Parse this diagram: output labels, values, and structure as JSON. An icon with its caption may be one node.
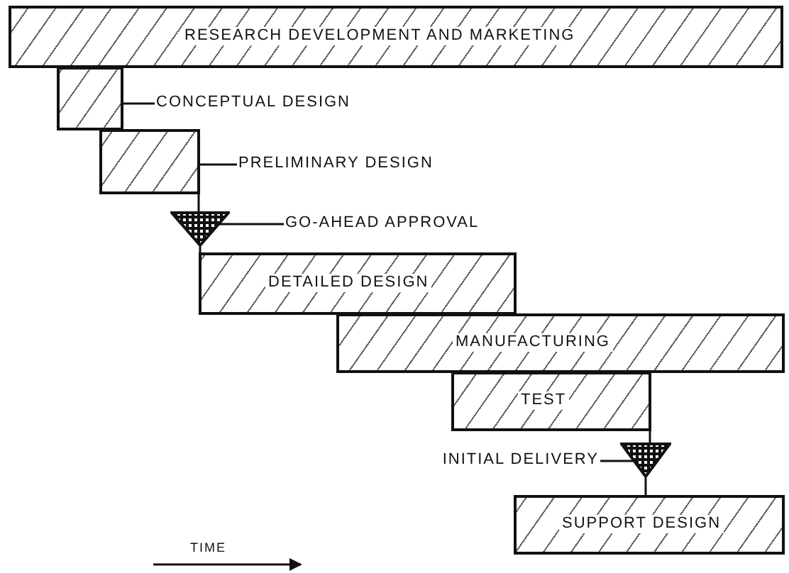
{
  "diagram": {
    "nodes": [
      {
        "text": [
          "RESEARCH DEVELOPMENT AND MARKETING"
        ]
      },
      {
        "text": [],
        "shape": "bar"
      },
      {
        "text": [
          "CONCEPTUAL DESIGN"
        ]
      },
      {
        "text": [],
        "shape": "bar"
      },
      {
        "text": [
          "PRELIMINARY DESIGN"
        ]
      },
      {
        "text": [],
        "shape": "triangle"
      },
      {
        "text": [
          "GO-AHEAD APPROVAL"
        ]
      },
      {
        "text": [
          "DETAILED DESIGN"
        ]
      },
      {
        "text": [
          "MANUFACTURING"
        ]
      },
      {
        "text": [
          "TEST"
        ]
      },
      {
        "text": [
          "INITIAL DELIVERY"
        ]
      },
      {
        "text": [],
        "shape": "triangle"
      },
      {
        "text": [
          "SUPPORT DESIGN"
        ]
      }
    ],
    "edges": [
      {
        "from": 2,
        "to": 1,
        "arrow": "none"
      },
      {
        "from": 4,
        "to": 3,
        "arrow": "none"
      },
      {
        "from": 3,
        "to": 5,
        "arrow": "none"
      },
      {
        "from": 6,
        "to": 5,
        "arrow": "none"
      },
      {
        "from": 5,
        "to": 7,
        "arrow": "none"
      },
      {
        "from": 9,
        "to": 11,
        "arrow": "none"
      },
      {
        "from": 10,
        "to": 11,
        "arrow": "none"
      },
      {
        "from": 11,
        "to": 12,
        "arrow": "none"
      }
    ],
    "labels": [
      "TIME"
    ]
  }
}
